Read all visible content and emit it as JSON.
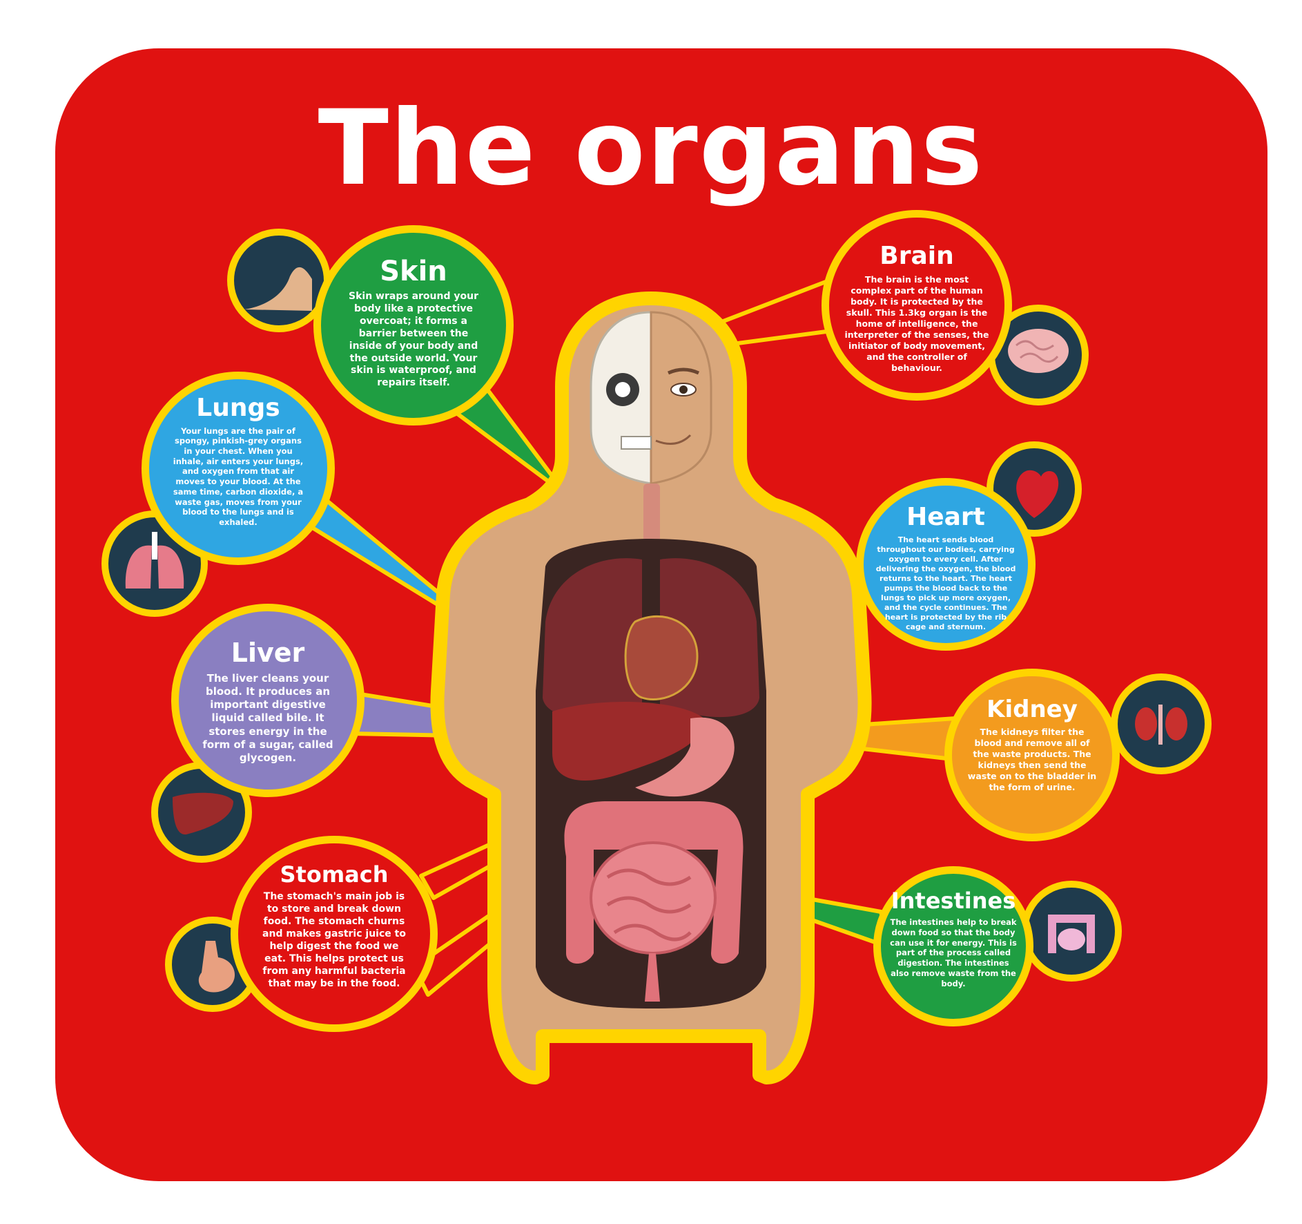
{
  "title": "The organs",
  "colors": {
    "background": "#e01211",
    "border": "#ffd400",
    "skin_bubble": "#1f9e42",
    "lungs_bubble": "#2fa6e2",
    "heart_bubble": "#2fa6e2",
    "liver_bubble": "#8a7fc1",
    "kidney_bubble": "#f39b1e",
    "stomach_bubble": "#e01211",
    "brain_bubble": "#e01211",
    "intestines_bubble": "#1f9e42",
    "icon_circle": "#1f3b4d"
  },
  "organs": {
    "skin": {
      "title": "Skin",
      "text": "Skin wraps around your body like a protective overcoat; it forms a barrier between the inside of your body and the outside world. Your skin is waterproof, and repairs itself.",
      "icon": "skin-icon"
    },
    "brain": {
      "title": "Brain",
      "text": "The brain is the most complex part of the human body. It is protected by the skull. This 1.3kg organ is the home of intelligence, the interpreter of the senses, the initiator of body movement, and the controller of behaviour.",
      "icon": "brain-icon"
    },
    "lungs": {
      "title": "Lungs",
      "text": "Your lungs are the pair of spongy, pinkish-grey organs in your chest. When you inhale, air enters your lungs, and oxygen from that air moves to your blood. At the same time, carbon dioxide, a waste gas, moves from your blood to the lungs and is exhaled.",
      "icon": "lungs-icon"
    },
    "heart": {
      "title": "Heart",
      "text": "The heart sends blood throughout our bodies, carrying oxygen to every cell. After delivering the oxygen, the blood returns to the heart. The heart pumps the blood back to the lungs to pick up more oxygen, and the cycle continues. The heart is protected by the rib cage and sternum.",
      "icon": "heart-icon"
    },
    "liver": {
      "title": "Liver",
      "text": "The liver  cleans your blood. It produces an important digestive liquid called bile. It stores energy in the form of a sugar, called glycogen.",
      "icon": "liver-icon"
    },
    "kidney": {
      "title": "Kidney",
      "text": "The kidneys filter the blood and remove all of the waste products. The kidneys then send the waste on to the bladder in the form of urine.",
      "icon": "kidney-icon"
    },
    "stomach": {
      "title": "Stomach",
      "text": "The stomach's main job is to store and break down food. The stomach churns and makes gastric juice to help digest the food we eat. This helps protect us from any harmful bacteria that may be in the food.",
      "icon": "stomach-icon"
    },
    "intestines": {
      "title": "Intestines",
      "text": "The intestines help to break down food so that the body can use it for energy. This is part of the process called digestion. The intestines also remove waste from the body.",
      "icon": "intestines-icon"
    }
  }
}
